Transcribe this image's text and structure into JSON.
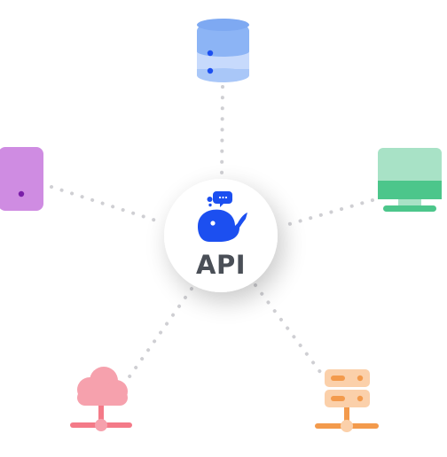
{
  "hub": {
    "label": "API",
    "icon": "whale-icon",
    "icon_color": "#1c4ff0"
  },
  "nodes": [
    {
      "name": "database-node",
      "icon": "database-icon",
      "color": "#8cb4f5"
    },
    {
      "name": "monitor-node",
      "icon": "monitor-icon",
      "color": "#4cc68b"
    },
    {
      "name": "server-rack-node",
      "icon": "server-rack-icon",
      "color": "#f39a4c"
    },
    {
      "name": "cloud-network-node",
      "icon": "cloud-network-icon",
      "color": "#f47a88"
    },
    {
      "name": "mobile-device-node",
      "icon": "mobile-device-icon",
      "color": "#cf8ce2"
    }
  ],
  "colors": {
    "connector": "#cfcfd3",
    "hub_fill": "#ffffff"
  }
}
